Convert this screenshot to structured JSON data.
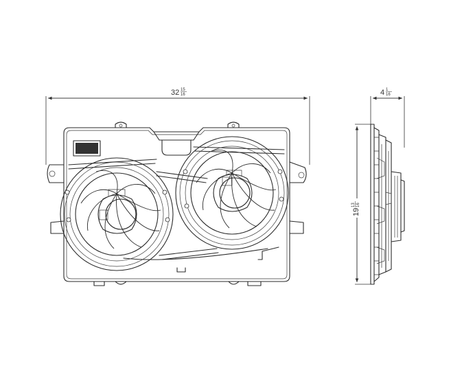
{
  "dimensions": {
    "width": {
      "whole": "32",
      "num": "15",
      "den": "16"
    },
    "depth": {
      "whole": "4",
      "num": "1",
      "den": "16"
    },
    "height": {
      "whole": "19",
      "num": "13",
      "den": "16"
    }
  }
}
